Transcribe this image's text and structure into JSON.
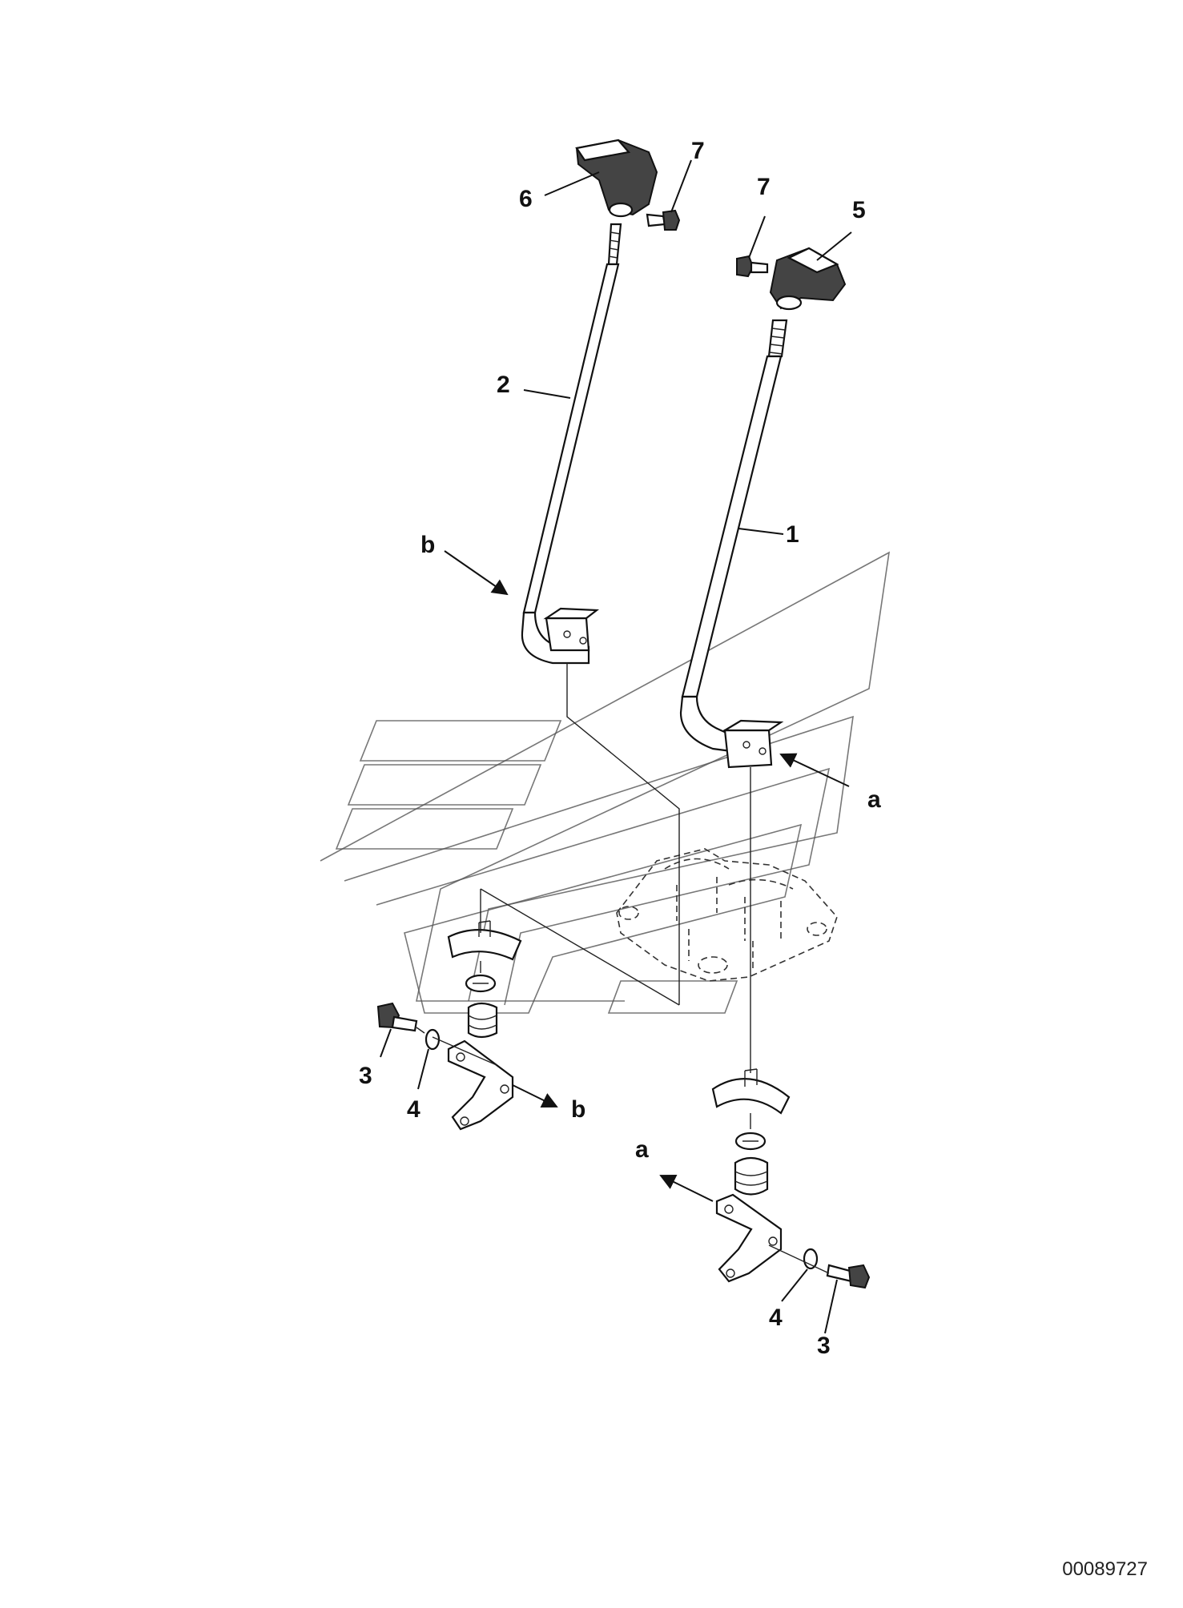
{
  "callouts": {
    "c1": "1",
    "c2": "2",
    "c3a": "3",
    "c3b": "3",
    "c4a": "4",
    "c4b": "4",
    "c5": "5",
    "c6": "6",
    "c7a": "7",
    "c7b": "7",
    "a1": "a",
    "a2": "a",
    "b1": "b",
    "b2": "b"
  },
  "document_number": "00089727"
}
